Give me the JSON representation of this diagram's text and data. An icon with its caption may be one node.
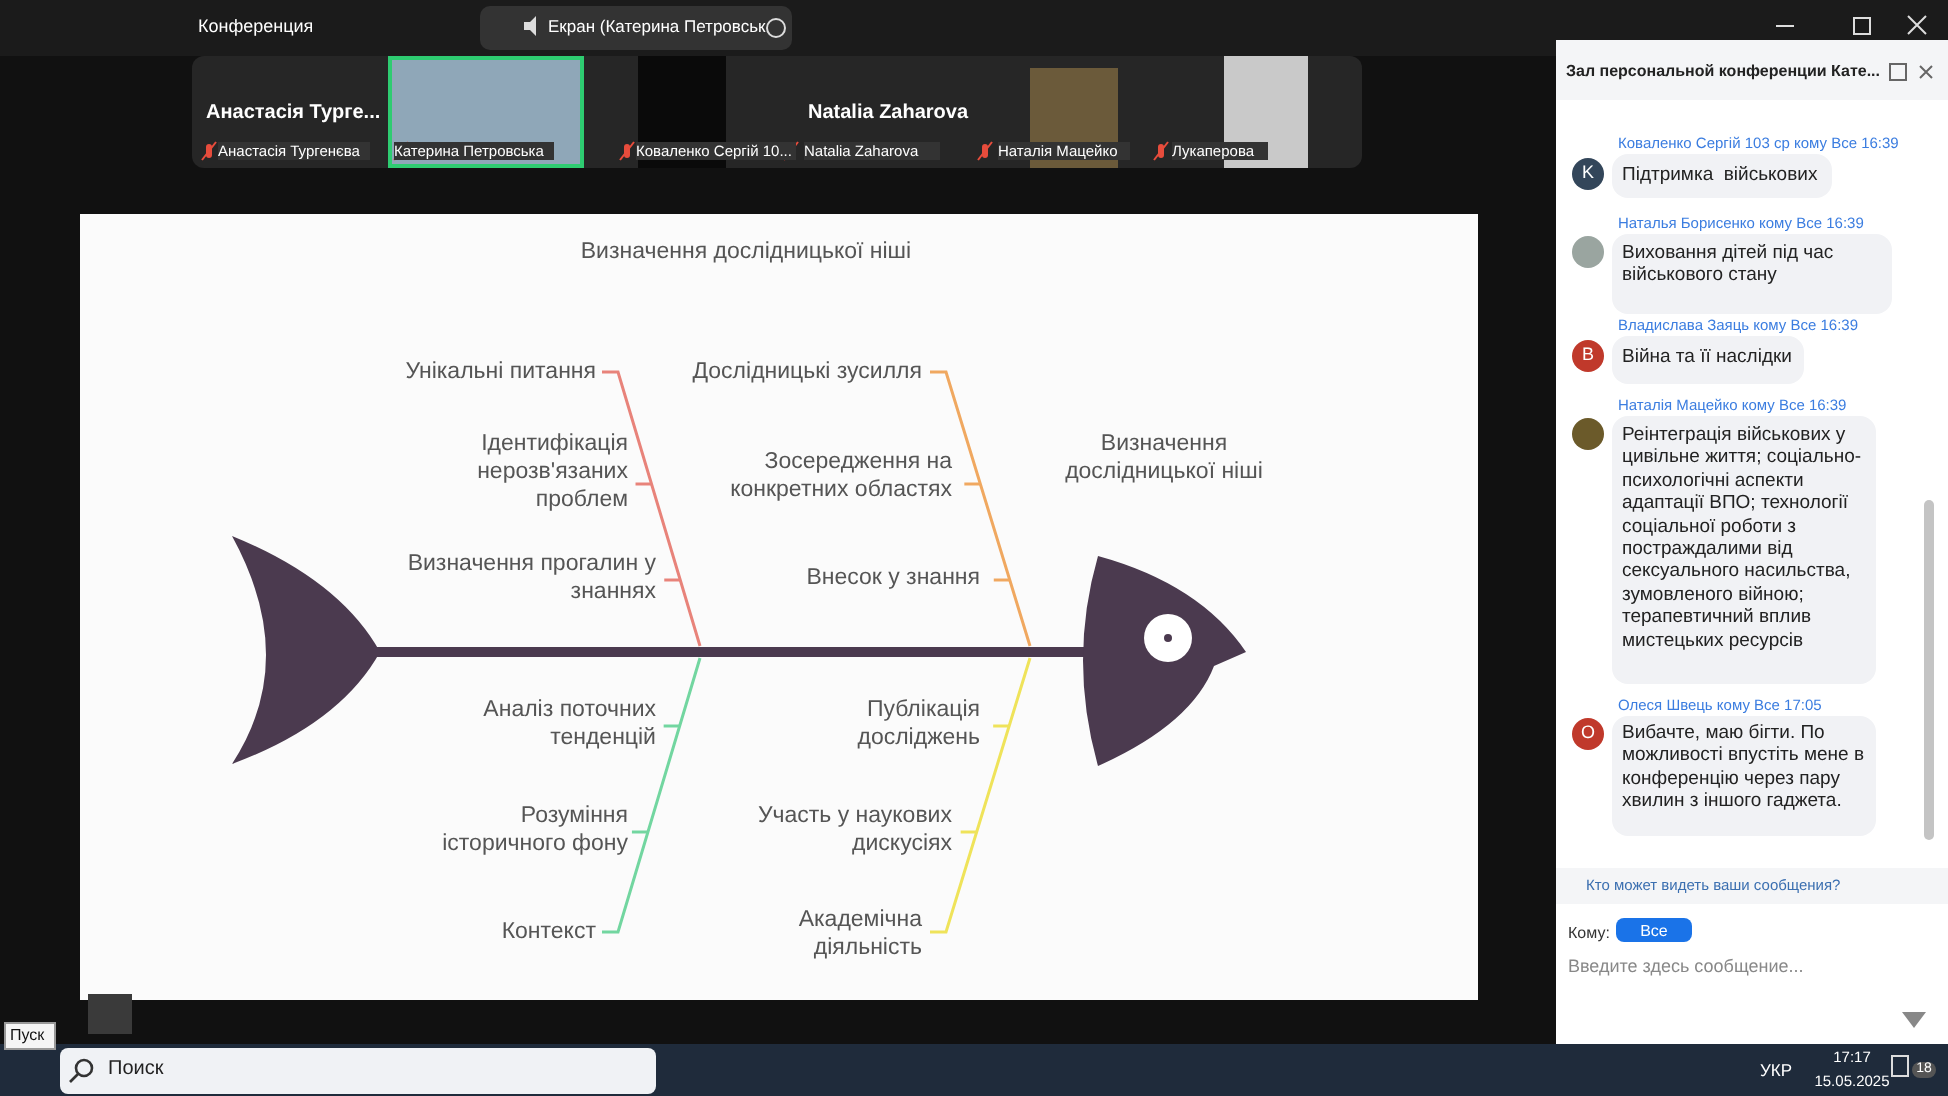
{
  "diagram": {
    "labels": [
      "Конференция",
      "Екран (Катерина Петровськ",
      "Анастасія Турге...",
      "Анастасія Тургенєва",
      "Катерина Петровська",
      "Коваленко Сергій 10...",
      "Natalia Zaharova",
      "Natalia Zaharova",
      "Наталія Мацейко",
      "Лукаперова",
      "Визначення дослідницької ніші",
      "Унікальні питання",
      "Ідентифікація нерозв'язаних проблем",
      "Визначення прогалин у знаннях",
      "Дослідницькі зусилля",
      "Зосередження на конкретних областях",
      "Внесок у знання",
      "Визначення дослідницької ніші",
      "Аналіз поточних тенденцій",
      "Розуміння історичного фону",
      "Контекст",
      "Публікація досліджень",
      "Участь у наукових дискусіях",
      "Академічна діяльність",
      "Зал персональной конференции Кате...",
      "Коваленко Сергій 103 ср кому Все 16:39",
      "K",
      "Підтримка  військових",
      "Наталья Борисенко кому Все 16:39",
      "Виховання дітей під час військового стану",
      "Владислава Заяць кому Все 16:39",
      "В",
      "Війна та її наслідки",
      "Наталія Мацейко кому Все 16:39",
      "Реінтеграція військових у цивільне життя; соціально-психологічні аспекти адаптації ВПО; технології соціальної роботи з постраждалими від сексуального насильства, зумовленого війною; терапевтичний вплив мистецьких ресурсів",
      "Олеся Швець кому Все 17:05",
      "О",
      "Вибачте, маю бігти. По можливості впустіть мене в конференцію через пару хвилин з іншого гаджета.",
      "Кто может видеть ваши сообщения?",
      "Кому:",
      "Все",
      "Введите здесь сообщение...",
      "Пуск",
      "Поиск",
      "УКР",
      "17:17",
      "15.05.2025",
      "18"
    ]
  }
}
